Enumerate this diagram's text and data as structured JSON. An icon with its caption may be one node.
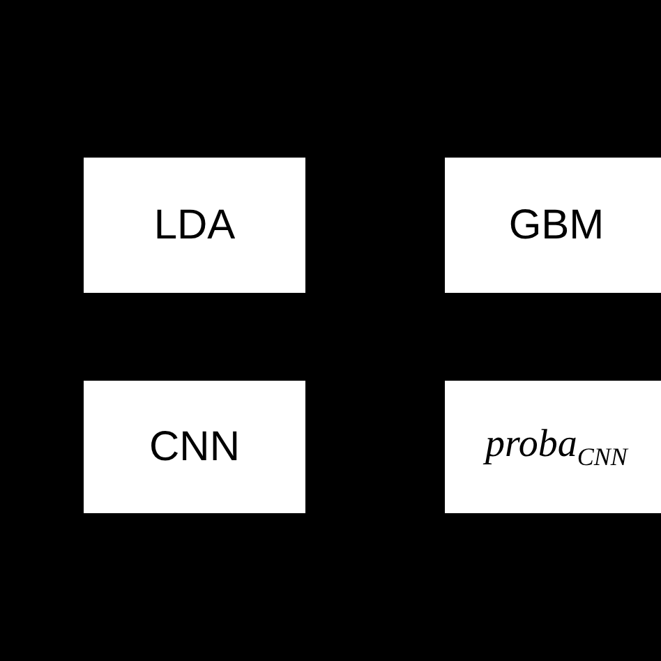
{
  "diagram": {
    "nodes": [
      {
        "text": [
          "LDA"
        ]
      },
      {
        "text": [
          "GBM"
        ]
      },
      {
        "text": [
          "CNN"
        ]
      },
      {
        "text": [
          "proba$_{CNN}$"
        ]
      }
    ]
  }
}
